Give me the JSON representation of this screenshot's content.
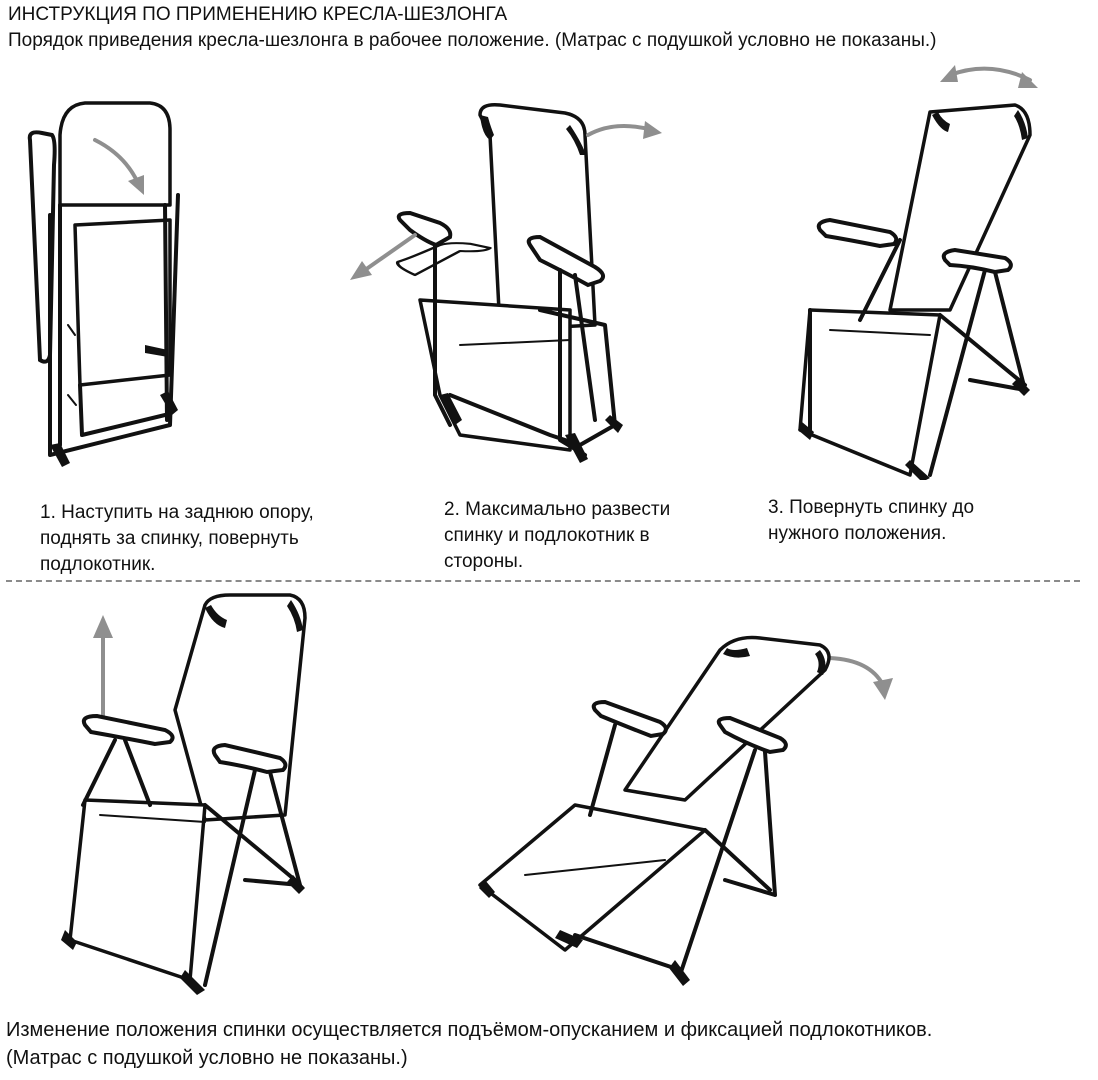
{
  "header": {
    "title": "ИНСТРУКЦИЯ ПО ПРИМЕНЕНИЮ КРЕСЛА-ШЕЗЛОНГА",
    "subtitle": "Порядок приведения кресла-шезлонга в рабочее положение. (Матрас с подушкой условно не показаны.)"
  },
  "steps": [
    {
      "text": "1. Наступить на заднюю опору,\nподнять за спинку, повернуть\nподлокотник."
    },
    {
      "text": "2. Максимально развести\nспинку и подлокотник в\nстороны."
    },
    {
      "text": "3. Повернуть спинку до\nнужного положения."
    }
  ],
  "footer": {
    "line1": "Изменение положения спинки осуществляется подъёмом-опусканием и фиксацией подлокотников.",
    "line2": "(Матрас с подушкой условно не показаны.)"
  },
  "colors": {
    "line": "#111111",
    "arrow": "#8f8f8f",
    "divider": "#8a8a8a"
  }
}
